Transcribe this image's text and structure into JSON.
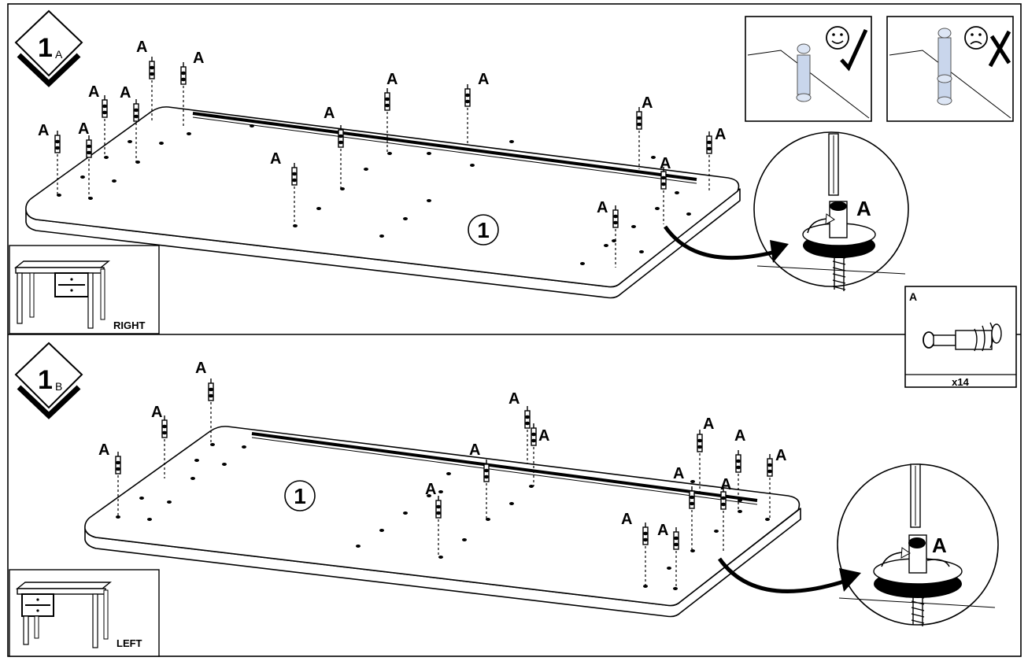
{
  "steps": [
    {
      "number": "1",
      "sub": "A",
      "part_number": "1",
      "desk_label": "RIGHT",
      "cam_label": "A",
      "screw_label": "A"
    },
    {
      "number": "1",
      "sub": "B",
      "part_number": "1",
      "desk_label": "LEFT",
      "cam_label": "A",
      "screw_label": "A"
    }
  ],
  "hardware": {
    "label": "A",
    "quantity": "x14"
  },
  "check_panels": {
    "correct_mark": "✓",
    "wrong_mark": "✗",
    "happy_face": "☺",
    "sad_face": "☹"
  }
}
